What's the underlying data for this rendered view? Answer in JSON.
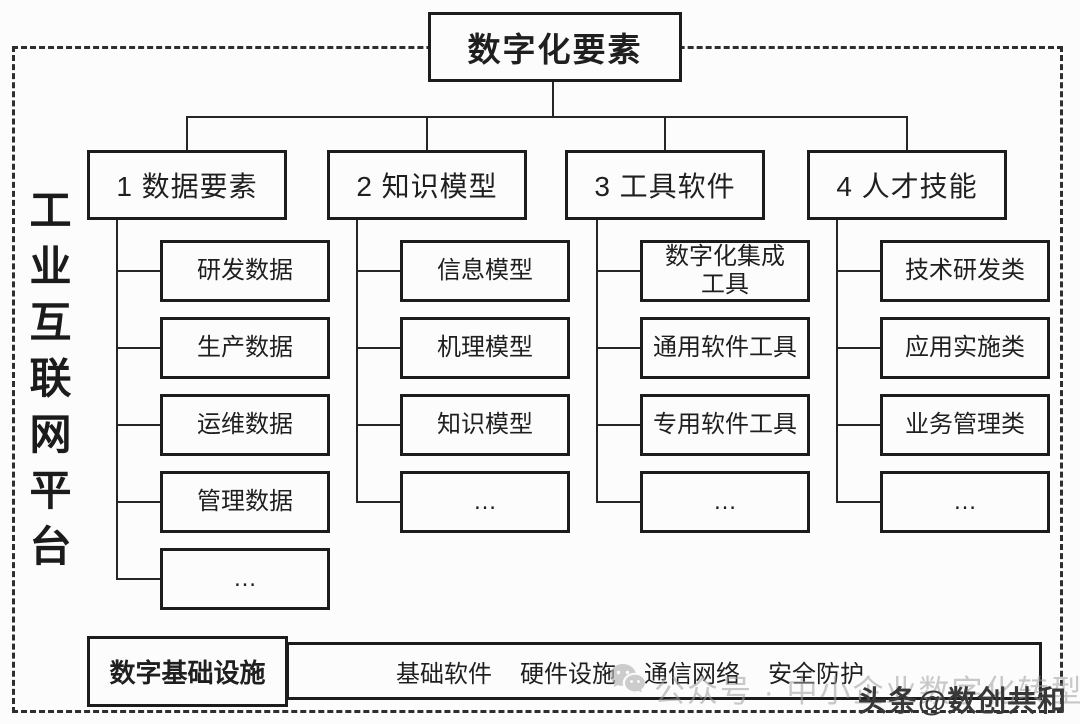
{
  "root": {
    "label": "数字化要素"
  },
  "platform": {
    "label": "工业互联网平台"
  },
  "branches": [
    {
      "label": "1 数据要素",
      "children": [
        "研发数据",
        "生产数据",
        "运维数据",
        "管理数据",
        "…"
      ]
    },
    {
      "label": "2 知识模型",
      "children": [
        "信息模型",
        "机理模型",
        "知识模型",
        "…"
      ]
    },
    {
      "label": "3 工具软件",
      "children": [
        "数字化集成\n工具",
        "通用软件工具",
        "专用软件工具",
        "…"
      ]
    },
    {
      "label": "4 人才技能",
      "children": [
        "技术研发类",
        "应用实施类",
        "业务管理类",
        "…"
      ]
    }
  ],
  "infrastructure": {
    "label": "数字基础设施",
    "items": [
      "基础软件",
      "硬件设施",
      "通信网络",
      "安全防护"
    ]
  },
  "watermark": {
    "light": "公众号 · 中小企业数字化转型",
    "dark": "头条@数创共和",
    "icon": "wechat-icon"
  },
  "colors": {
    "line": "#262626",
    "box_border": "#1c1c1c",
    "background": "#fcfcfc",
    "watermark_light": "#9e9e9e",
    "watermark_dark": "#383838"
  }
}
